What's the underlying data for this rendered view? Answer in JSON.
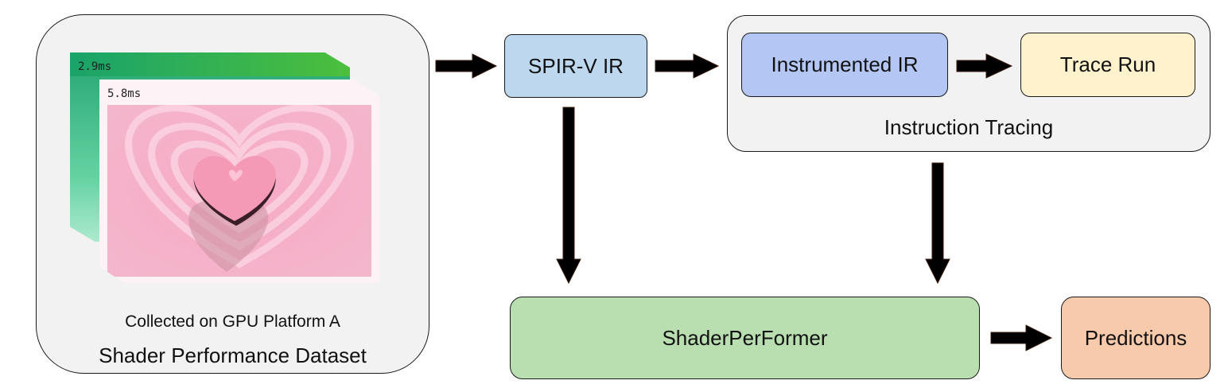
{
  "dataset": {
    "thumb_back_time": "2.9ms",
    "thumb_front_time": "5.8ms",
    "caption": "Collected on GPU Platform A",
    "title": "Shader Performance Dataset"
  },
  "nodes": {
    "spirv": "SPIR-V IR",
    "instrumented": "Instrumented IR",
    "trace_run": "Trace Run",
    "tracing_group": "Instruction Tracing",
    "model": "ShaderPerFormer",
    "predictions": "Predictions"
  },
  "colors": {
    "spirv": "#bdd7ee",
    "instrumented": "#b4c7f4",
    "trace_run": "#fff2cc",
    "group_bg": "#f2f2f2",
    "model": "#b9dfb1",
    "predictions": "#f7caac",
    "arrow": "#000000"
  }
}
